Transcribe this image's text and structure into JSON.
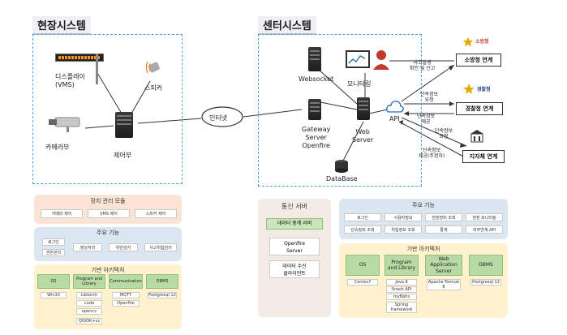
{
  "field": {
    "title": "현장시스템",
    "display": "디스플레이\n(VMS)",
    "speaker": "스피커",
    "camera": "카메라부",
    "controller": "제어부"
  },
  "internet": "인터넷",
  "center": {
    "title": "센터시스템",
    "websocket": "Websocket",
    "monitoring": "모니터링",
    "gateway": "Gateway\nServer\nOpenfire",
    "web_server": "Web\nServer",
    "api": "API",
    "database": "DataBase",
    "report": "사고발생\n확인 및 신고",
    "request_police": "단속정보\n요청",
    "provide_police": "단속정보\n제공",
    "request_local": "단속정보\n요청",
    "provide_local": "단속정보\n제공(주정차)"
  },
  "agencies": {
    "fire_logo": "소방청",
    "fire": "소방청 연계",
    "police_logo": "경찰청",
    "police": "경찰청 연계",
    "local": "지자체 연계"
  },
  "field_panels": {
    "device_title": "장치 관리 모듈",
    "devices": [
      "카메라 제어",
      "VMS 제어",
      "스피커 제어"
    ],
    "func_title": "주요 기능",
    "func_col1": [
      "로그인",
      "권한관리"
    ],
    "func_others": [
      "영상처리",
      "위반감지",
      "사고위험감지"
    ],
    "arch_title": "기반 아키텍처",
    "arch": [
      {
        "name": "OS",
        "items": [
          "Win10"
        ]
      },
      {
        "name": "Program and Library",
        "items": [
          "Libtorch",
          "cuda",
          "opencv",
          "QtSDK+vs"
        ]
      },
      {
        "name": "Communication",
        "items": [
          "MQTT",
          "Openfire"
        ]
      },
      {
        "name": "DBMS",
        "items": [
          "Postgresql 12"
        ]
      }
    ]
  },
  "comm_panel": {
    "title": "통신 서버",
    "items": [
      "데이터 중계 서버",
      "Openfire\nServer",
      "데이터 수신\n클라이언트"
    ]
  },
  "center_panels": {
    "func_title": "주요 기능",
    "row1": [
      "로그인",
      "사용자정보",
      "현장장비 조회",
      "현장 모니터링"
    ],
    "row2": [
      "단속정보 조회",
      "위험정보 조회",
      "통계",
      "외부연계 API"
    ],
    "arch_title": "기반 아키텍처",
    "arch": [
      {
        "name": "OS",
        "items": [
          "Centos7"
        ]
      },
      {
        "name": "Program and Library",
        "items": [
          "Java 8",
          "Snack API",
          "myBatis",
          "Spring framework"
        ]
      },
      {
        "name": "Web Application Server",
        "items": [
          "Apache Tomcat 8"
        ]
      },
      {
        "name": "DBMS",
        "items": [
          "Postgresql 12"
        ]
      }
    ]
  },
  "colors": {
    "dashed": "#4aa3df",
    "peach": "#fbe4d5",
    "bluepanel": "#dce6f1",
    "yellow": "#fff2cc",
    "green": "#b8dba6",
    "tan": "#f4ece4"
  }
}
